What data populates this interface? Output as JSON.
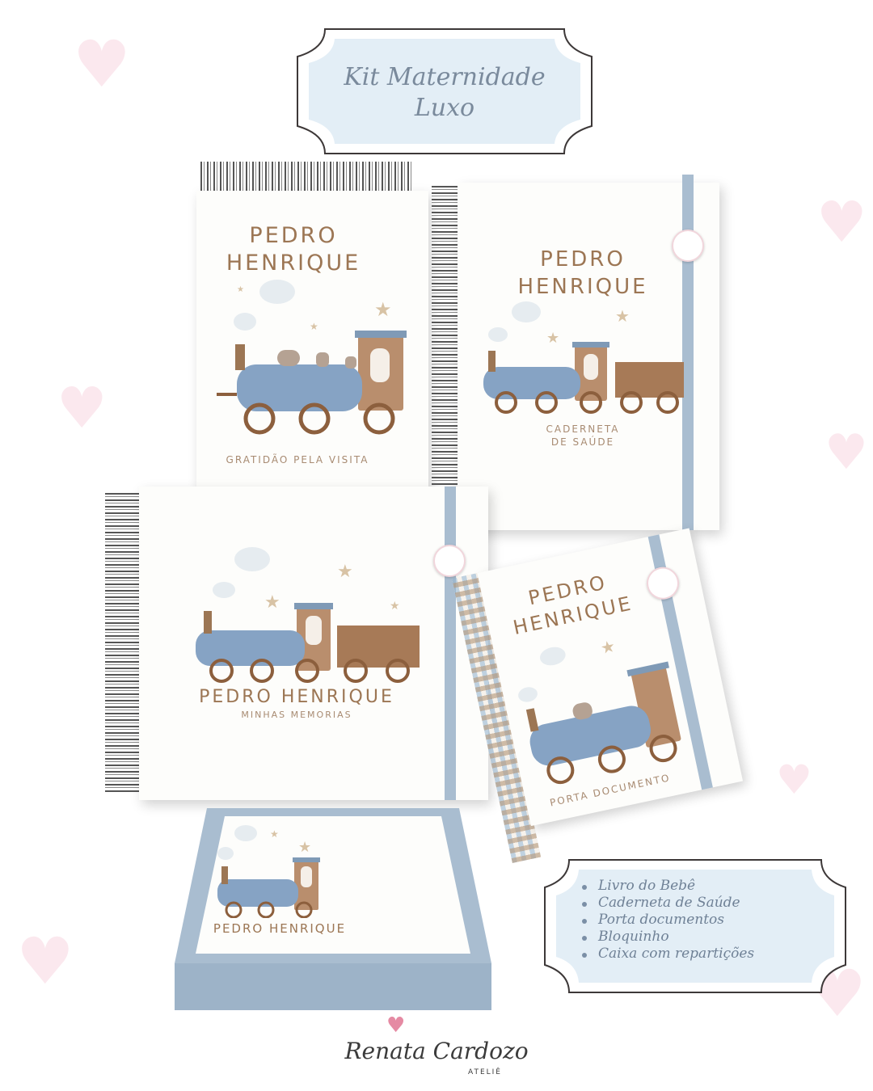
{
  "header": {
    "title_line1": "Kit Maternidade",
    "title_line2": "Luxo"
  },
  "items": {
    "book1": {
      "name_line1": "PEDRO",
      "name_line2": "HENRIQUE",
      "caption": "GRATIDÃO PELA VISITA"
    },
    "book2": {
      "name_line1": "PEDRO",
      "name_line2": "HENRIQUE",
      "caption_line1": "CADERNETA",
      "caption_line2": "DE SAÚDE"
    },
    "book3": {
      "name": "PEDRO HENRIQUE",
      "caption": "MINHAS MEMORIAS"
    },
    "book4": {
      "name_line1": "PEDRO",
      "name_line2": "HENRIQUE",
      "caption": "PORTA DOCUMENTO"
    },
    "box": {
      "name": "PEDRO HENRIQUE"
    }
  },
  "kit_list": [
    "Livro do Bebê",
    "Caderneta de Saúde",
    "Porta documentos",
    "Bloquinho",
    "Caixa com repartições"
  ],
  "brand": {
    "name": "Renata Cardozo",
    "tagline": "ATELIÊ"
  },
  "colors": {
    "blue_band": "#a9bdd0",
    "plaque_fill": "#e3eef6",
    "text_brown": "#9c7654",
    "title_blue": "#7a8a9c"
  }
}
